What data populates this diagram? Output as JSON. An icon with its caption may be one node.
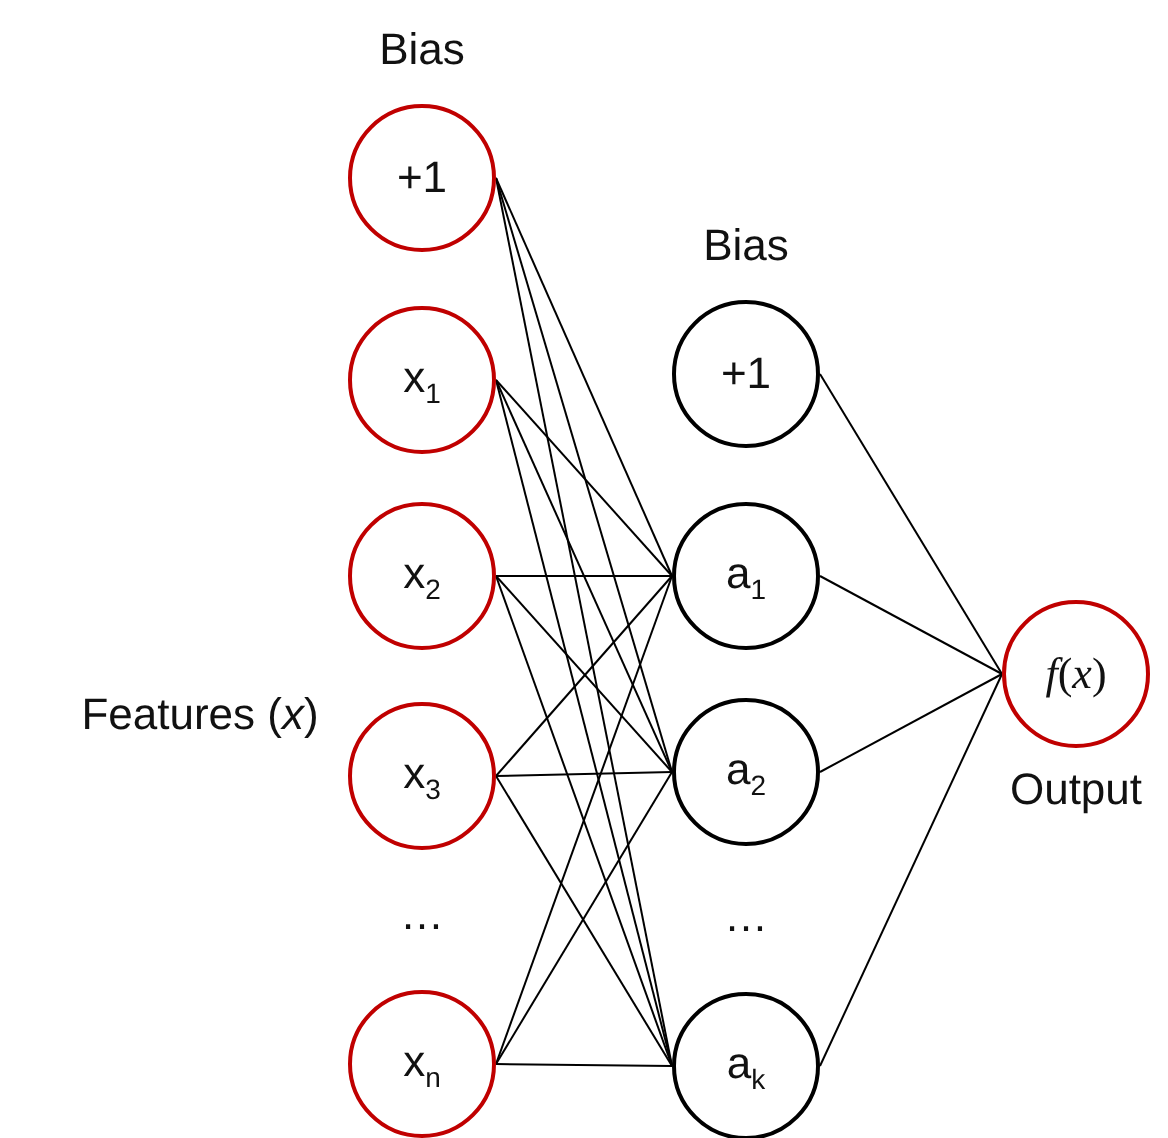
{
  "diagram": {
    "nodes": [
      {
        "text": [
          "+1"
        ],
        "beside": [
          "Bias"
        ]
      },
      {
        "text": [
          "x$_{1}$"
        ]
      },
      {
        "text": [
          "x$_{2}$"
        ]
      },
      {
        "text": [
          "x$_{3}$"
        ]
      },
      {
        "text": [
          "x$_{n}$"
        ]
      },
      {
        "text": [
          "+1"
        ],
        "beside": [
          "Bias"
        ]
      },
      {
        "text": [
          "a$_{1}$"
        ]
      },
      {
        "text": [
          "a$_{2}$"
        ]
      },
      {
        "text": [
          "a$_{k}$"
        ]
      },
      {
        "text": [
          "*f*(*x*)"
        ],
        "beside": [
          "Output"
        ]
      }
    ],
    "edges": [
      {
        "from": 0,
        "to": 6,
        "arrow": "none"
      },
      {
        "from": 0,
        "to": 7,
        "arrow": "none"
      },
      {
        "from": 0,
        "to": 8,
        "arrow": "none"
      },
      {
        "from": 1,
        "to": 6,
        "arrow": "none"
      },
      {
        "from": 1,
        "to": 7,
        "arrow": "none"
      },
      {
        "from": 1,
        "to": 8,
        "arrow": "none"
      },
      {
        "from": 2,
        "to": 6,
        "arrow": "none"
      },
      {
        "from": 2,
        "to": 7,
        "arrow": "none"
      },
      {
        "from": 2,
        "to": 8,
        "arrow": "none"
      },
      {
        "from": 3,
        "to": 6,
        "arrow": "none"
      },
      {
        "from": 3,
        "to": 7,
        "arrow": "none"
      },
      {
        "from": 3,
        "to": 8,
        "arrow": "none"
      },
      {
        "from": 4,
        "to": 6,
        "arrow": "none"
      },
      {
        "from": 4,
        "to": 7,
        "arrow": "none"
      },
      {
        "from": 4,
        "to": 8,
        "arrow": "none"
      },
      {
        "from": 5,
        "to": 9,
        "arrow": "none"
      },
      {
        "from": 6,
        "to": 9,
        "arrow": "none"
      },
      {
        "from": 7,
        "to": 9,
        "arrow": "none"
      },
      {
        "from": 8,
        "to": 9,
        "arrow": "none"
      }
    ],
    "labels": [
      "Features (*x*)",
      "…",
      "…"
    ]
  }
}
